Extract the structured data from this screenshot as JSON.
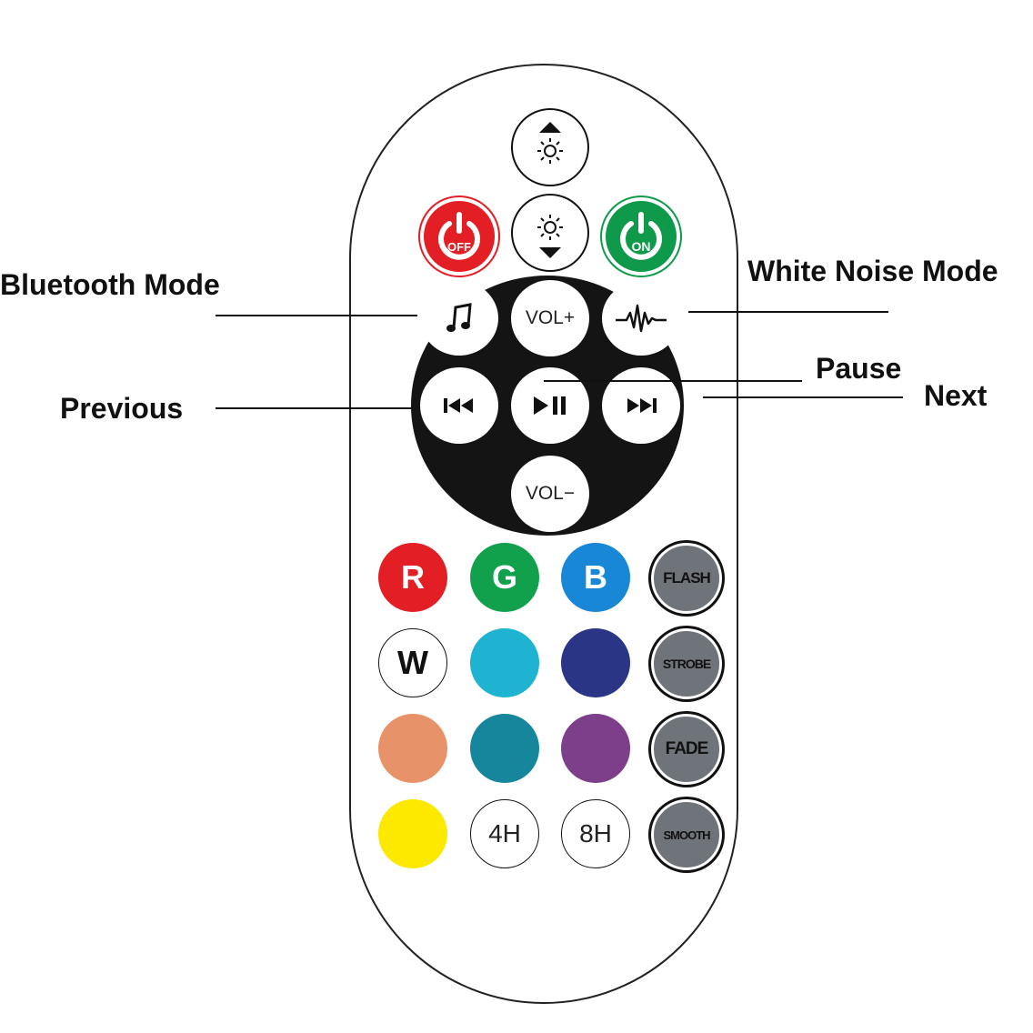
{
  "annotations": {
    "bluetooth_mode": "Bluetooth Mode",
    "white_noise_mode": "White Noise Mode",
    "pause": "Pause",
    "next": "Next",
    "previous": "Previous"
  },
  "buttons": {
    "off": "OFF",
    "on": "ON",
    "vol_up": "VOL+",
    "vol_down": "VOL−",
    "red": "R",
    "green": "G",
    "blue": "B",
    "white": "W",
    "flash": "FLASH",
    "strobe": "STROBE",
    "fade": "FADE",
    "smooth": "SMOOTH",
    "timer_4h": "4H",
    "timer_8h": "8H"
  },
  "colors": {
    "off": "#e31e24",
    "on": "#0e9a4a",
    "red": "#e31e24",
    "green": "#11a04c",
    "blue": "#1787d6",
    "cyan": "#1eb3d0",
    "navy": "#2b3586",
    "orange": "#e8926a",
    "teal": "#16869c",
    "purple": "#7d3f8a",
    "yellow": "#fde800",
    "mode_gray": "#6f747a"
  }
}
